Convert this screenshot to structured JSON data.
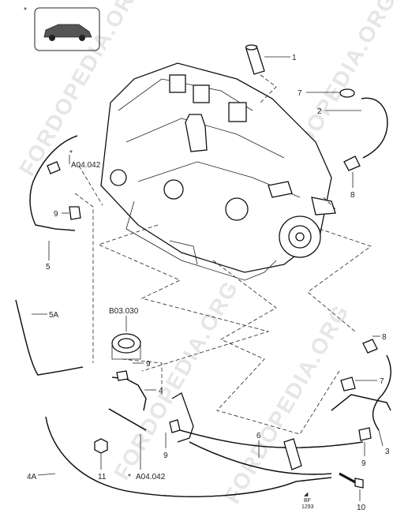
{
  "watermark": "FORDOPEDIA.ORG",
  "vehicle_badge": {
    "asterisk": "*"
  },
  "callouts": {
    "c1": "1",
    "c2": "2",
    "c3": "3",
    "c4": "4",
    "c4a": "4A",
    "c5": "5",
    "c5a": "5A",
    "c6": "6",
    "c7a": "7",
    "c7b": "7",
    "c8a": "8",
    "c8b": "8",
    "c9a": "9",
    "c9b": "9",
    "c9c": "9",
    "c9d": "9",
    "c10": "10",
    "c11": "11"
  },
  "references": {
    "ref_a04_top": "A04.042",
    "ref_a04_bottom": "A04.042",
    "ref_b03": "B03.030",
    "star_top": "*",
    "star_bottom": "*"
  },
  "footer_code": {
    "line1": "BF",
    "line2": "1293"
  }
}
